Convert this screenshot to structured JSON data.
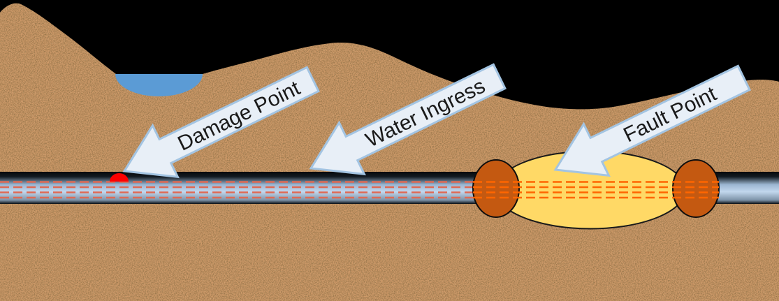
{
  "scene": {
    "labels": {
      "damage_point": "Damage Point",
      "water_ingress": "Water Ingress",
      "fault_point": "Fault Point"
    },
    "colors": {
      "sky": "#000000",
      "soil": "#cd9968",
      "soil_speckle": "#3a240c",
      "pond_water": "#5b9bd5",
      "damage_dot": "#fe0000",
      "cable_highlight": "#c2d7ed",
      "cable_edge": "#06090c",
      "dash_muted": "#de6a55",
      "dash_bright": "#ff6600",
      "joint_body": "#ffd966",
      "joint_collar": "#c45911",
      "arrow_fill": "#e8eff7",
      "arrow_border": "#a3c4e2",
      "label_text": "#1a1a1a"
    }
  }
}
